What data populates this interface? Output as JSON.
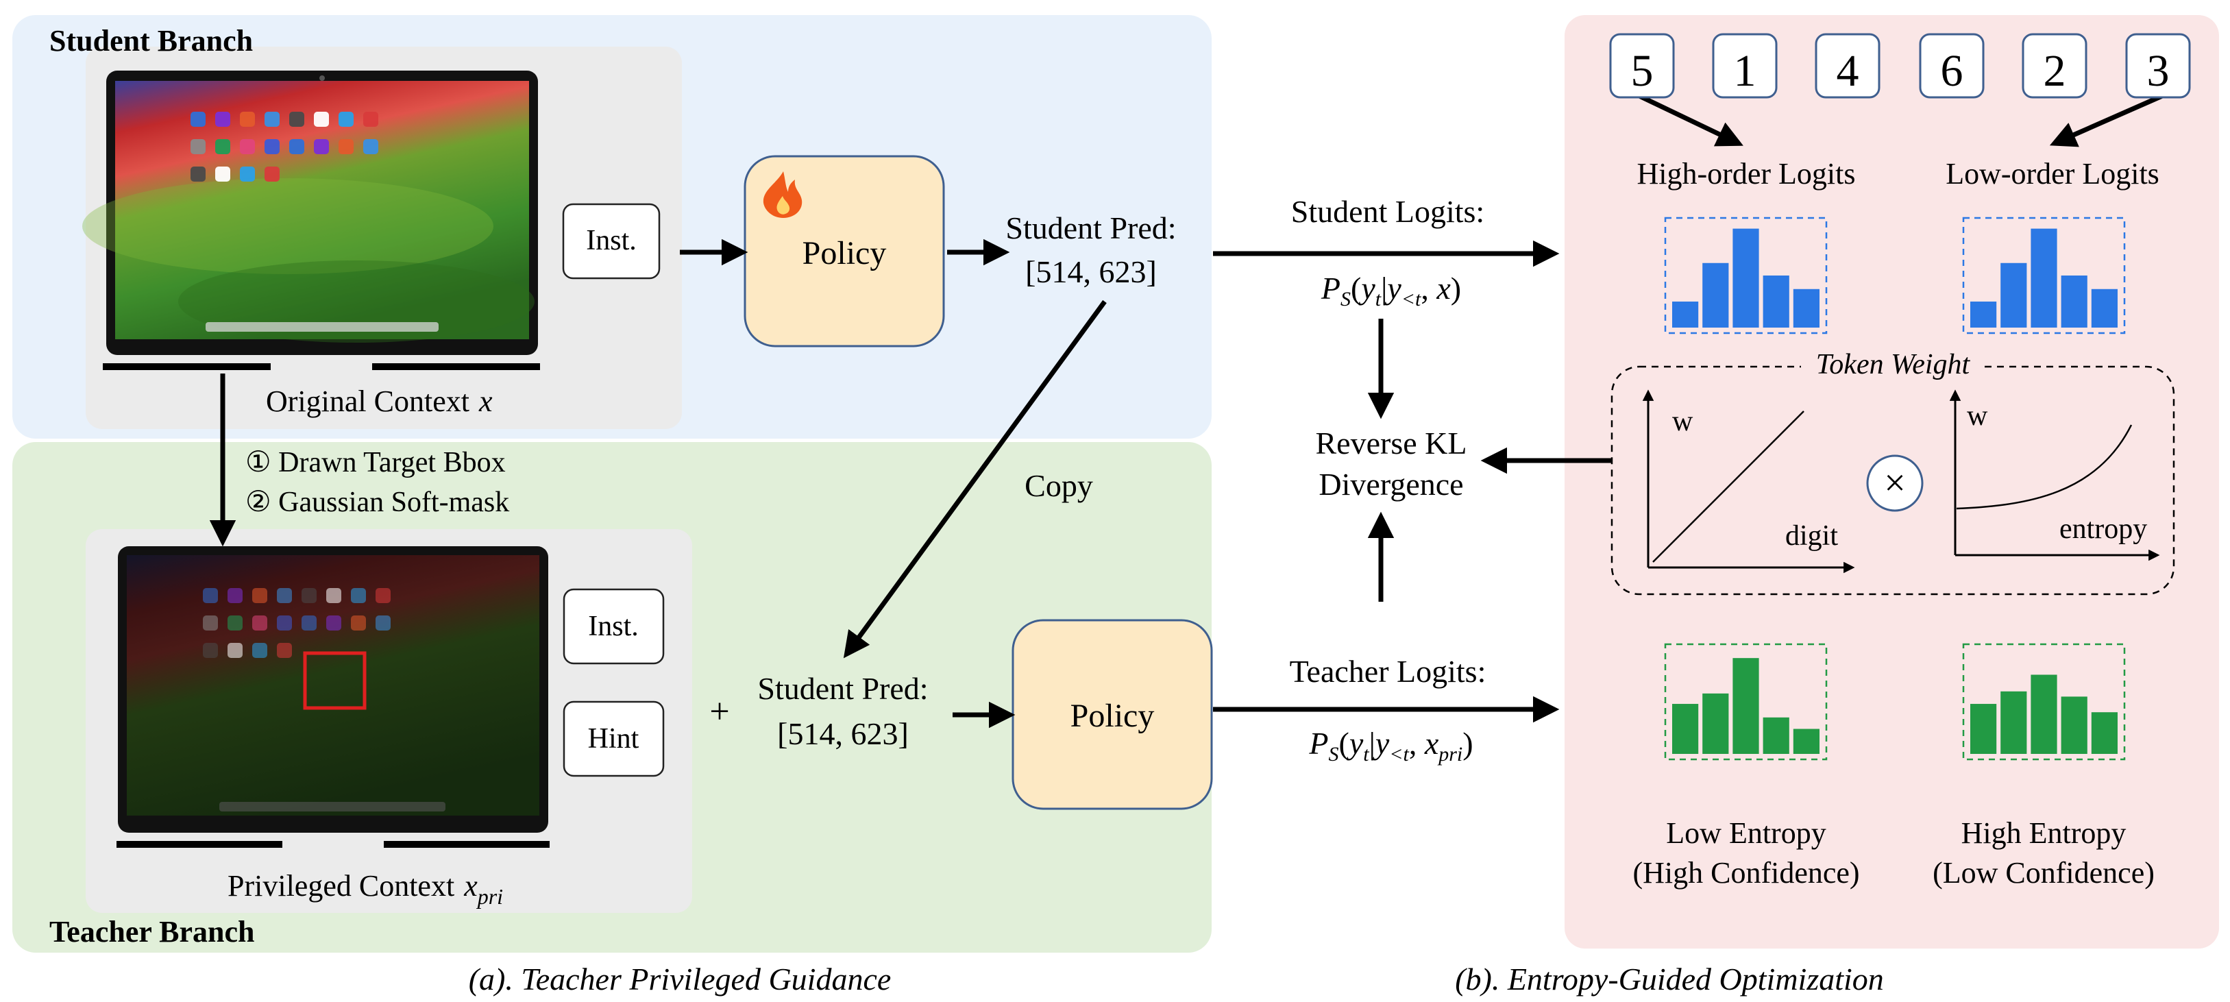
{
  "colors": {
    "student_bg": "#e8f1fb",
    "teacher_bg": "#e1efd9",
    "right_bg": "#fae6e6",
    "policy_fill": "#fde9c4",
    "policy_stroke": "#3f5f8f",
    "bar_blue": "#2b78e4",
    "bar_green": "#229a44",
    "highlight_red": "#e02020",
    "laptop_frame": "#111111"
  },
  "student_branch": {
    "label": "Student Branch",
    "context_label": "Original Context",
    "context_symbol": "x",
    "inst_label": "Inst.",
    "policy_label": "Policy",
    "policy_icon": "fire-icon",
    "pred_label": "Student Pred:",
    "pred_value": "[514, 623]"
  },
  "steps": [
    "① Drawn Target Bbox",
    "② Gaussian Soft-mask"
  ],
  "teacher_branch": {
    "label": "Teacher Branch",
    "context_label": "Privileged Context",
    "context_symbol": "x",
    "context_subscript": "pri",
    "inst_label": "Inst.",
    "hint_label": "Hint",
    "plus": "+",
    "pred_label": "Student Pred:",
    "pred_value": "[514, 623]",
    "policy_label": "Policy"
  },
  "copy_label": "Copy",
  "student_logits": {
    "label": "Student Logits:",
    "formula": "P_S(y_t | y_<t, x)"
  },
  "teacher_logits": {
    "label": "Teacher Logits:",
    "formula": "P_S(y_t | y_<t, x_pri)"
  },
  "reverse_kl": {
    "line1": "Reverse KL",
    "line2": "Divergence"
  },
  "digits": [
    "5",
    "1",
    "4",
    "6",
    "2",
    "3"
  ],
  "high_order_label": "High-order Logits",
  "low_order_label": "Low-order Logits",
  "token_weight": {
    "title": "Token Weight",
    "w_label": "w",
    "digit_label": "digit",
    "entropy_label": "entropy",
    "times": "×"
  },
  "student_hist": [
    {
      "values": [
        0.25,
        0.62,
        0.95,
        0.5,
        0.37
      ]
    },
    {
      "values": [
        0.25,
        0.62,
        0.95,
        0.5,
        0.37
      ]
    }
  ],
  "teacher_hist": [
    {
      "values": [
        0.48,
        0.58,
        0.92,
        0.35,
        0.24
      ]
    },
    {
      "values": [
        0.48,
        0.6,
        0.76,
        0.55,
        0.4
      ]
    }
  ],
  "low_entropy": {
    "line1": "Low Entropy",
    "line2": "(High Confidence)"
  },
  "high_entropy": {
    "line1": "High Entropy",
    "line2": "(Low Confidence)"
  },
  "caption_a": "(a). Teacher Privileged Guidance",
  "caption_b": "(b). Entropy-Guided Optimization"
}
